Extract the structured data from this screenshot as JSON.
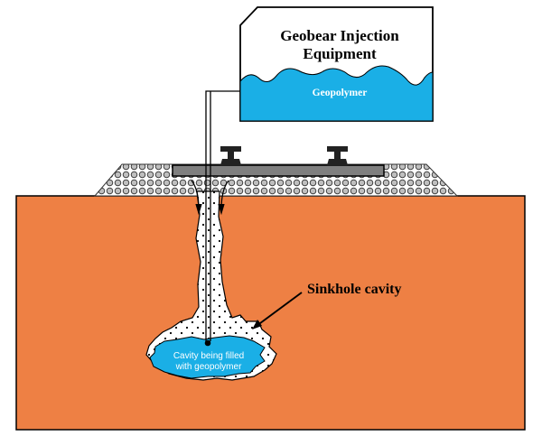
{
  "equipment": {
    "title_line1": "Geobear Injection",
    "title_line2": "Equipment",
    "fluid_label": "Geopolymer"
  },
  "labels": {
    "sinkhole": "Sinkhole cavity",
    "cavity_line1": "Cavity being filled",
    "cavity_line2": "with geopolymer"
  },
  "colors": {
    "ground": "#EE8044",
    "geopolymer": "#1AAFE6",
    "rail_beam": "#7F7F7F",
    "outline": "#000000",
    "ballast": "#BFBFBF"
  },
  "icons": [
    "rail-icon",
    "injection-flow-arrow-icon",
    "pointer-arrow-icon"
  ]
}
